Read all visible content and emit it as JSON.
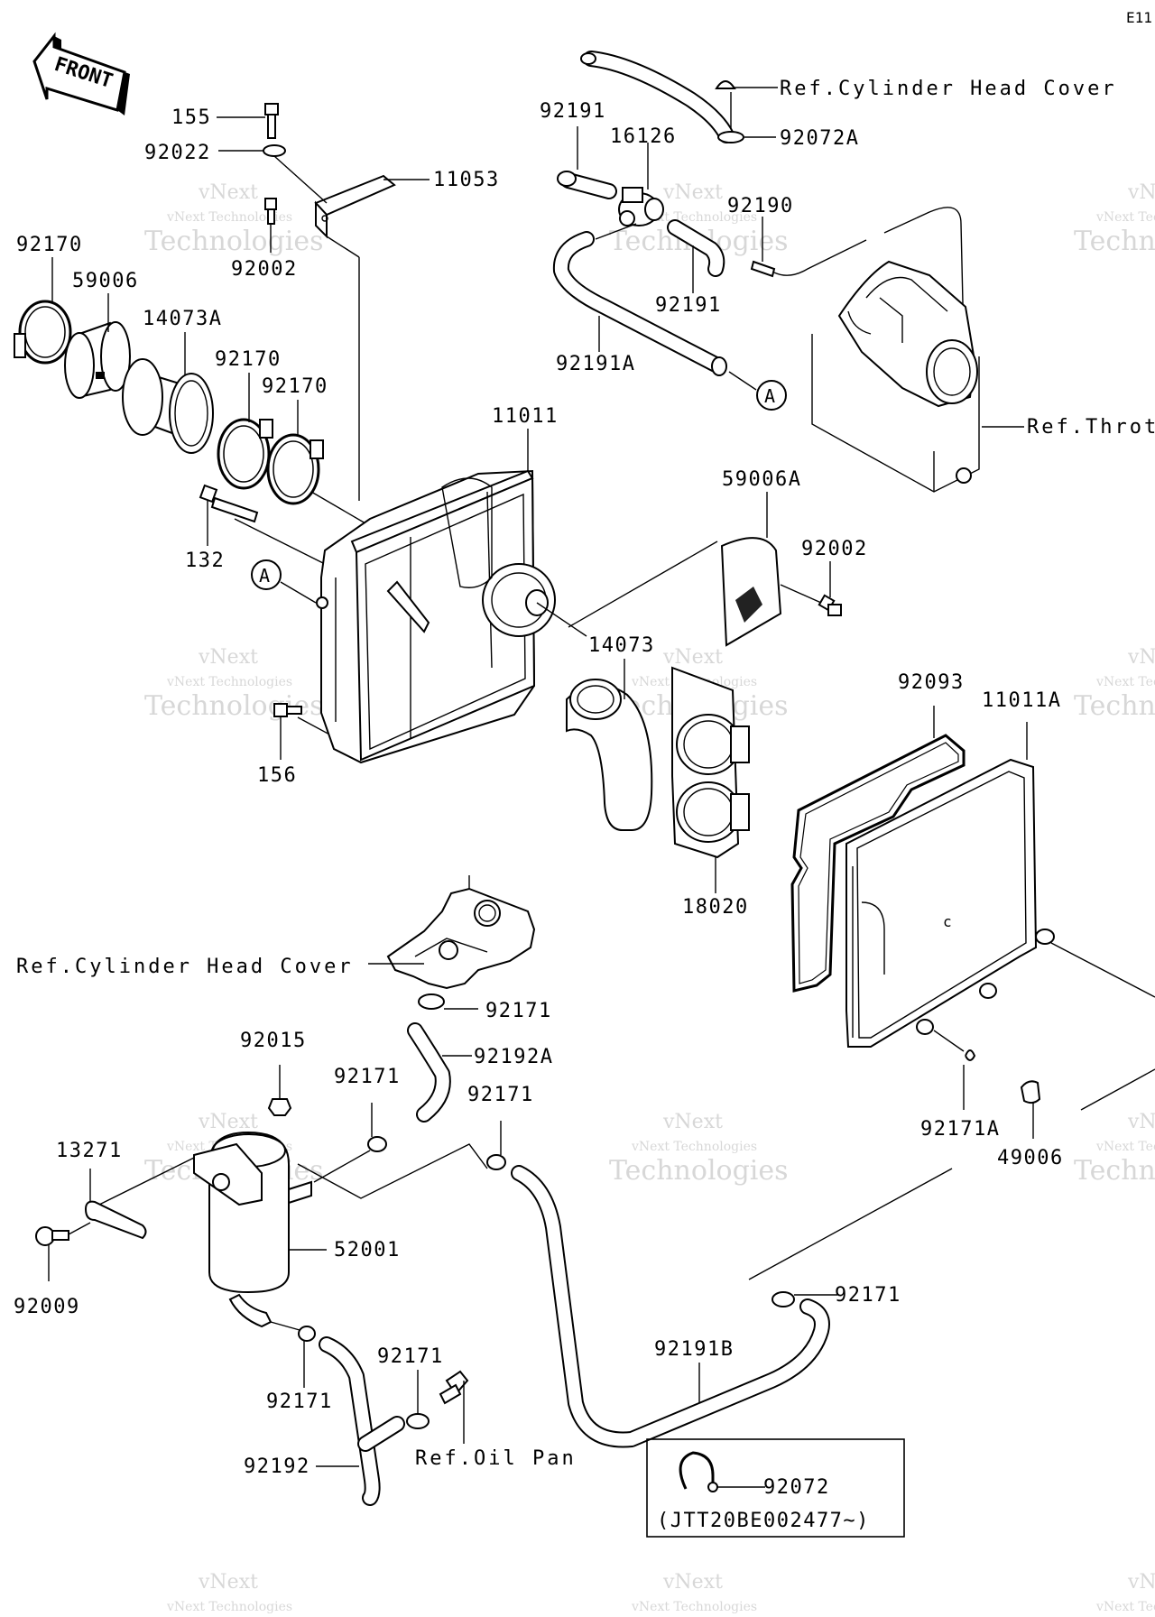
{
  "page": {
    "code": "E11"
  },
  "front_arrow": {
    "label": "FRONT"
  },
  "callout_letter": "A",
  "watermark": {
    "line1": "vNext",
    "line2": "vNext Technologies",
    "line3": "Technologies"
  },
  "parts": {
    "p155": "155",
    "p92022": "92022",
    "p11053": "11053",
    "p92002_top": "92002",
    "p92170_left": "92170",
    "p59006": "59006",
    "p14073A": "14073A",
    "p92170_mid": "92170",
    "p92170_right": "92170",
    "p11011": "11011",
    "p132": "132",
    "p156": "156",
    "p92191_top": "92191",
    "p16126": "16126",
    "p92072A": "92072A",
    "p92190": "92190",
    "p92191_mid": "92191",
    "p92191A": "92191A",
    "p59006A": "59006A",
    "p92002_mid": "92002",
    "p14073": "14073",
    "p18020": "18020",
    "p92093": "92093",
    "p11011A": "11011A",
    "p92171_head": "92171",
    "p92192A": "92192A",
    "p92015": "92015",
    "p92171_a": "92171",
    "p92171_b": "92171",
    "p13271": "13271",
    "p52001": "52001",
    "p92009": "92009",
    "p92171_c": "92171",
    "p92171_d": "92171",
    "p92192": "92192",
    "p92191B": "92191B",
    "p92171_e": "92171",
    "p92171A": "92171A",
    "p49006": "49006",
    "p92072": "92072",
    "serial_note": "(JTT20BE002477~)"
  },
  "refs": {
    "cylinder_head_cover_top": "Ref.Cylinder Head Cover",
    "throttle": "Ref.Throt",
    "cylinder_head_cover_mid": "Ref.Cylinder Head Cover",
    "oil_pan": "Ref.Oil Pan"
  }
}
